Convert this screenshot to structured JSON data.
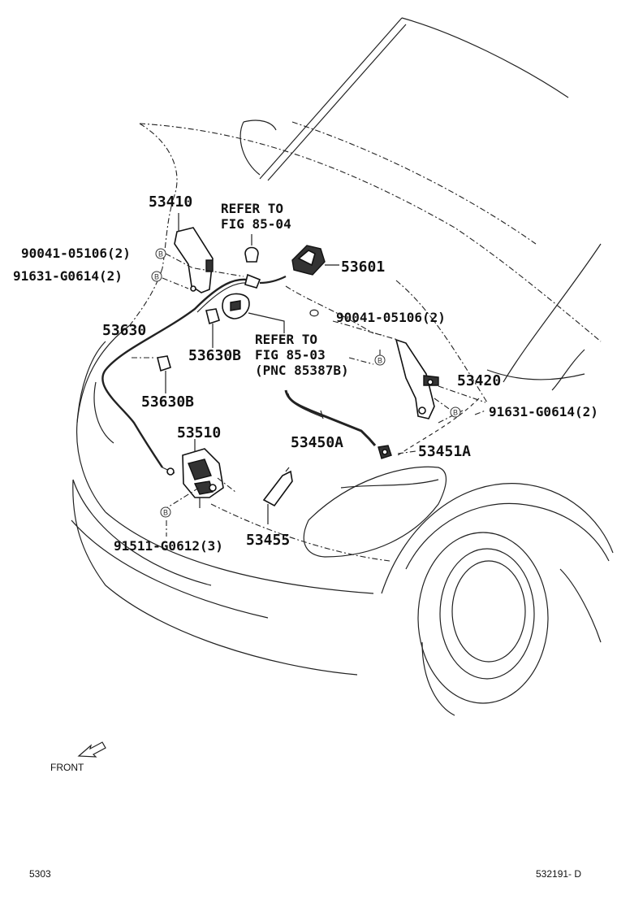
{
  "labels": {
    "p53410": "53410",
    "refer_top_1": "REFER TO",
    "refer_top_2": "FIG 85-04",
    "p90041_a": "90041-05106(2)",
    "p91631_a": "91631-G0614(2)",
    "p53601": "53601",
    "p53630": "53630",
    "p90041_b": "90041-05106(2)",
    "refer_mid_1": "REFER TO",
    "refer_mid_2": "FIG 85-03",
    "refer_mid_3": "(PNC 85387B)",
    "p53630b_a": "53630B",
    "p53630b_b": "53630B",
    "p53420": "53420",
    "p91631_b": "91631-G0614(2)",
    "p53510": "53510",
    "p53450a": "53450A",
    "p53451a": "53451A",
    "p91511": "91511-G0612(3)",
    "p53455": "53455",
    "b_marker": "B",
    "front": "FRONT",
    "page_number": "5303",
    "diagram_code": "532191- D"
  }
}
